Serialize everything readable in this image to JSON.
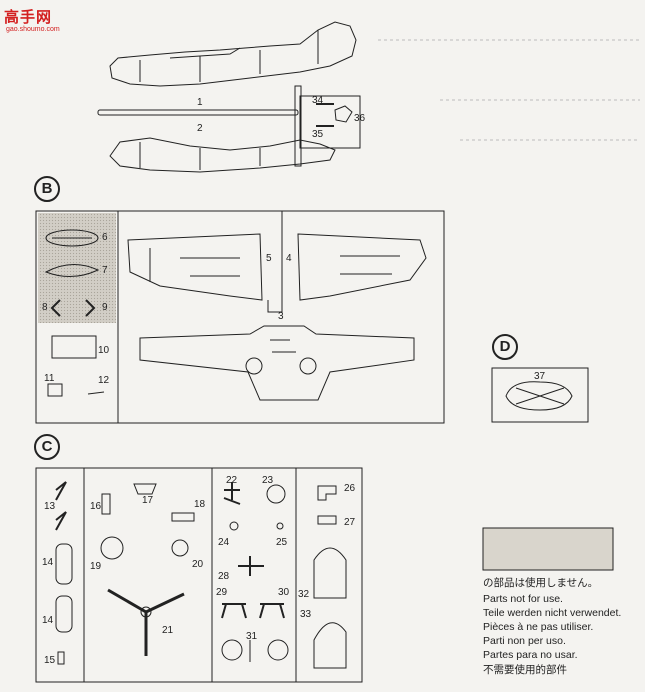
{
  "watermark": {
    "logo": "高手网",
    "url": "gao.shoumo.com"
  },
  "sections": [
    {
      "letter": "B"
    },
    {
      "letter": "C"
    },
    {
      "letter": "D"
    }
  ],
  "parts": {
    "p1": "1",
    "p2": "2",
    "p3": "3",
    "p4": "4",
    "p5": "5",
    "p6": "6",
    "p7": "7",
    "p8": "8",
    "p9": "9",
    "p10": "10",
    "p11": "11",
    "p12": "12",
    "p13": "13",
    "p14a": "14",
    "p14b": "14",
    "p15": "15",
    "p16": "16",
    "p17": "17",
    "p18": "18",
    "p19": "19",
    "p20": "20",
    "p21": "21",
    "p22": "22",
    "p23": "23",
    "p24": "24",
    "p25": "25",
    "p26": "26",
    "p27": "27",
    "p28": "28",
    "p29": "29",
    "p30": "30",
    "p31": "31",
    "p32": "32",
    "p33": "33",
    "p34": "34",
    "p35": "35",
    "p36": "36",
    "p37": "37"
  },
  "legend": {
    "swatch_color": "#d9d5cc",
    "lines": [
      "の部品は使用しません。",
      "Parts not for use.",
      "Teile werden nicht verwendet.",
      "Pièces à ne pas utiliser.",
      "Parti non per uso.",
      "Partes para no usar.",
      "不需要使用的部件"
    ]
  }
}
